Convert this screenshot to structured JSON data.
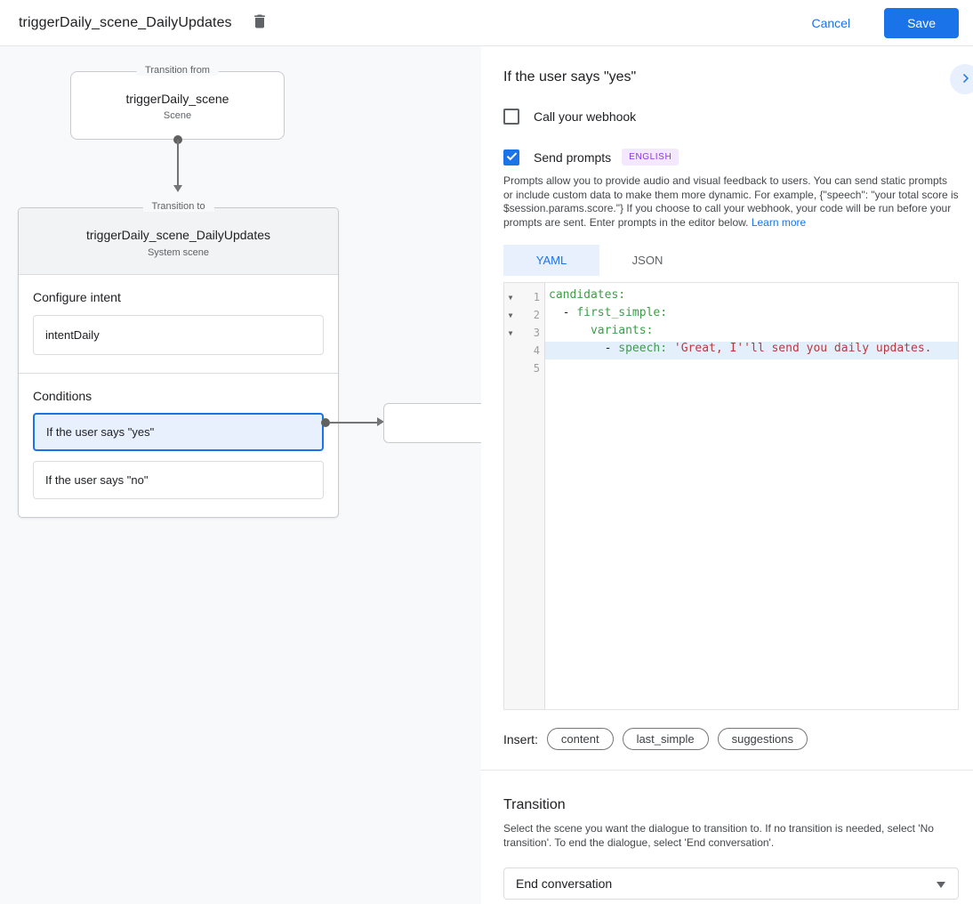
{
  "header": {
    "title": "triggerDaily_scene_DailyUpdates",
    "cancel_label": "Cancel",
    "save_label": "Save"
  },
  "diagram": {
    "from_node": {
      "legend": "Transition from",
      "title": "triggerDaily_scene",
      "subtitle": "Scene"
    },
    "to_node": {
      "legend": "Transition to",
      "title": "triggerDaily_scene_DailyUpdates",
      "subtitle": "System scene"
    },
    "configure_intent": {
      "label": "Configure intent",
      "value": "intentDaily"
    },
    "conditions": {
      "label": "Conditions",
      "items": [
        {
          "label": "If the user says \"yes\"",
          "selected": true
        },
        {
          "label": "If the user says \"no\"",
          "selected": false
        }
      ]
    }
  },
  "panel": {
    "title": "If the user says \"yes\"",
    "webhook": {
      "label": "Call your webhook",
      "checked": false
    },
    "prompts": {
      "label": "Send prompts",
      "checked": true,
      "badge": "ENGLISH"
    },
    "description": "Prompts allow you to provide audio and visual feedback to users. You can send static prompts or include custom data to make them more dynamic. For example, {\"speech\": \"your total score is $session.params.score.\"} If you choose to call your webhook, your code will be run before your prompts are sent. Enter prompts in the editor below. ",
    "learn_more": "Learn more",
    "tabs": [
      {
        "label": "YAML",
        "active": true
      },
      {
        "label": "JSON",
        "active": false
      }
    ],
    "editor": {
      "lines": [
        {
          "num": 1,
          "fold": true,
          "highlight": false,
          "segments": [
            {
              "c": "k",
              "t": "candidates:"
            }
          ]
        },
        {
          "num": 2,
          "fold": true,
          "highlight": false,
          "segments": [
            {
              "c": "p",
              "t": "  - "
            },
            {
              "c": "k",
              "t": "first_simple:"
            }
          ]
        },
        {
          "num": 3,
          "fold": true,
          "highlight": false,
          "segments": [
            {
              "c": "p",
              "t": "      "
            },
            {
              "c": "k",
              "t": "variants:"
            }
          ]
        },
        {
          "num": 4,
          "fold": false,
          "highlight": true,
          "segments": [
            {
              "c": "p",
              "t": "        - "
            },
            {
              "c": "k",
              "t": "speech:"
            },
            {
              "c": "p",
              "t": " "
            },
            {
              "c": "s",
              "t": "'Great, I''ll send you daily updates."
            }
          ]
        },
        {
          "num": 5,
          "fold": false,
          "highlight": false,
          "segments": []
        }
      ]
    },
    "insert": {
      "label": "Insert:",
      "pills": [
        "content",
        "last_simple",
        "suggestions"
      ]
    },
    "transition": {
      "heading": "Transition",
      "description": "Select the scene you want the dialogue to transition to. If no transition is needed, select 'No transition'. To end the dialogue, select 'End conversation'.",
      "selected": "End conversation"
    }
  },
  "colors": {
    "accent": "#1a73e8",
    "selected_condition_bg": "#e8f0fe",
    "badge_bg": "#f3e8fd",
    "badge_text": "#9334e6",
    "code_key": "#3f9b49",
    "code_string": "#b8393d",
    "code_line_highlight": "#e3f0fc"
  }
}
